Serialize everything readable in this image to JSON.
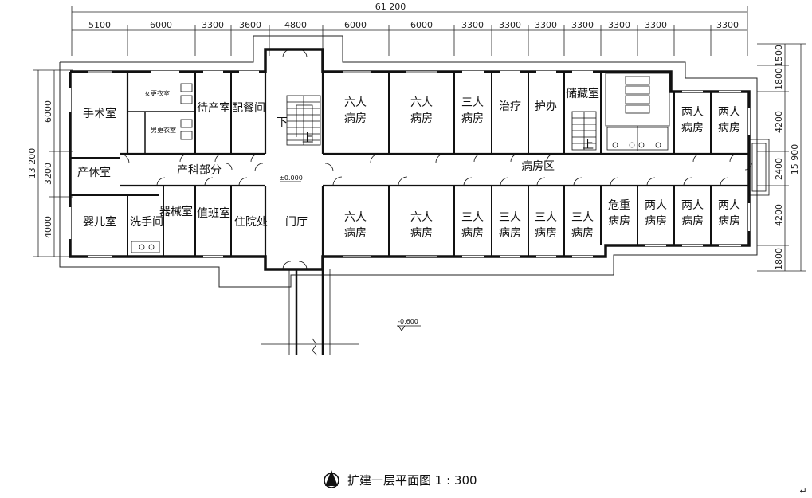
{
  "dimensions": {
    "overall": "61 200",
    "top_segments": [
      "5100",
      "6000",
      "3300",
      "3600",
      "4800",
      "6000",
      "6000",
      "3300",
      "3300",
      "3300",
      "3300",
      "3300",
      "3300",
      "3300"
    ],
    "left_total": "13 200",
    "left_segments": [
      "6000",
      "3200",
      "4000"
    ],
    "right_total": "15 900",
    "right_segments": [
      "1500",
      "1800",
      "4200",
      "2400",
      "4200",
      "1800"
    ]
  },
  "rooms": {
    "surgery": "手术室",
    "female_changing": "女更衣室",
    "male_changing": "男更衣室",
    "labor_waiting": "待产室",
    "pantry": "配餐间",
    "postpartum_rest": "产休室",
    "obstetrics_section": "产科部分",
    "nursery": "婴儿室",
    "washroom": "洗手间",
    "equipment": "器械室",
    "duty_room": "值班室",
    "admission": "住院处",
    "lobby": "门厅",
    "stair_down": "下",
    "stair_up": "上",
    "ward_six_line1": "六人",
    "ward_three_line1": "三人",
    "ward_two_line1": "两人",
    "ward_critical_line1": "危重",
    "ward_line2": "病房",
    "treatment": "治疗",
    "nurse_office": "护办",
    "storage": "储藏室",
    "ward_area": "病房区"
  },
  "elevations": {
    "floor": "±0.000",
    "outdoor": "-0.600"
  },
  "caption": {
    "north_marker": "N",
    "title": "扩建一层平面图  1 : 300"
  },
  "page_marker": "↵"
}
